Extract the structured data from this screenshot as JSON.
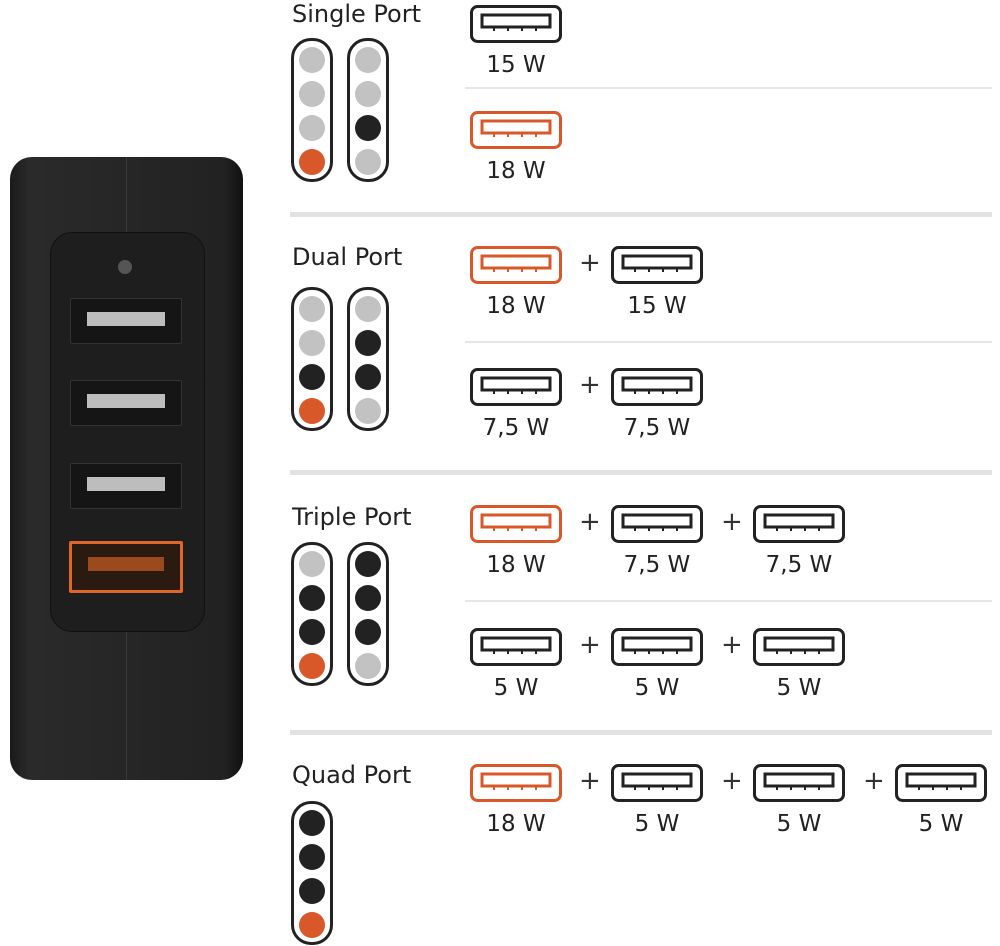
{
  "colors": {
    "accent": "#d9582a",
    "led_off": "#c2c2c2",
    "led_on": "#222222",
    "outline": "#222222"
  },
  "sections": [
    {
      "title": "Single Port",
      "leds": [
        [
          "off",
          "off",
          "off",
          "accent"
        ],
        [
          "off",
          "off",
          "on",
          "off"
        ]
      ],
      "rows": [
        [
          {
            "watt": "15 W",
            "highlight": false
          }
        ],
        [
          {
            "watt": "18 W",
            "highlight": true
          }
        ]
      ]
    },
    {
      "title": "Dual Port",
      "leds": [
        [
          "off",
          "off",
          "on",
          "accent"
        ],
        [
          "off",
          "on",
          "on",
          "off"
        ]
      ],
      "rows": [
        [
          {
            "watt": "18 W",
            "highlight": true
          },
          {
            "watt": "15 W",
            "highlight": false
          }
        ],
        [
          {
            "watt": "7,5 W",
            "highlight": false
          },
          {
            "watt": "7,5 W",
            "highlight": false
          }
        ]
      ]
    },
    {
      "title": "Triple Port",
      "leds": [
        [
          "off",
          "on",
          "on",
          "accent"
        ],
        [
          "on",
          "on",
          "on",
          "off"
        ]
      ],
      "rows": [
        [
          {
            "watt": "18 W",
            "highlight": true
          },
          {
            "watt": "7,5 W",
            "highlight": false
          },
          {
            "watt": "7,5 W",
            "highlight": false
          }
        ],
        [
          {
            "watt": "5 W",
            "highlight": false
          },
          {
            "watt": "5 W",
            "highlight": false
          },
          {
            "watt": "5 W",
            "highlight": false
          }
        ]
      ]
    },
    {
      "title": "Quad Port",
      "leds": [
        [
          "on",
          "on",
          "on",
          "accent"
        ]
      ],
      "rows": [
        [
          {
            "watt": "18 W",
            "highlight": true
          },
          {
            "watt": "5 W",
            "highlight": false
          },
          {
            "watt": "5 W",
            "highlight": false
          },
          {
            "watt": "5 W",
            "highlight": false
          }
        ]
      ]
    }
  ],
  "plus_sign": "+"
}
